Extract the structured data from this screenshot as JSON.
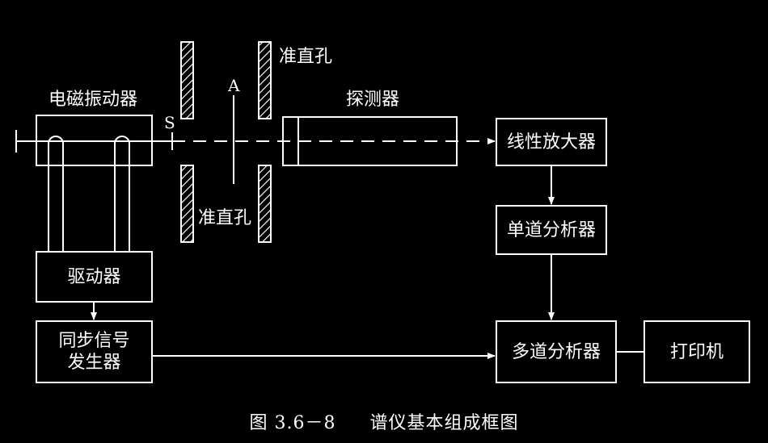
{
  "labels": {
    "vibrator": "电磁振动器",
    "source": "S",
    "point_a": "A",
    "collimator_top": "准直孔",
    "collimator_bottom": "准直孔",
    "detector": "探测器"
  },
  "boxes": {
    "linear_amp": "线性放大器",
    "single_channel": "单道分析器",
    "multi_channel": "多道分析器",
    "printer": "打印机",
    "driver": "驱动器",
    "sync_line1": "同步信号",
    "sync_line2": "发生器"
  },
  "caption": {
    "number": "图 3.6－8",
    "title": "谱仪基本组成框图"
  }
}
